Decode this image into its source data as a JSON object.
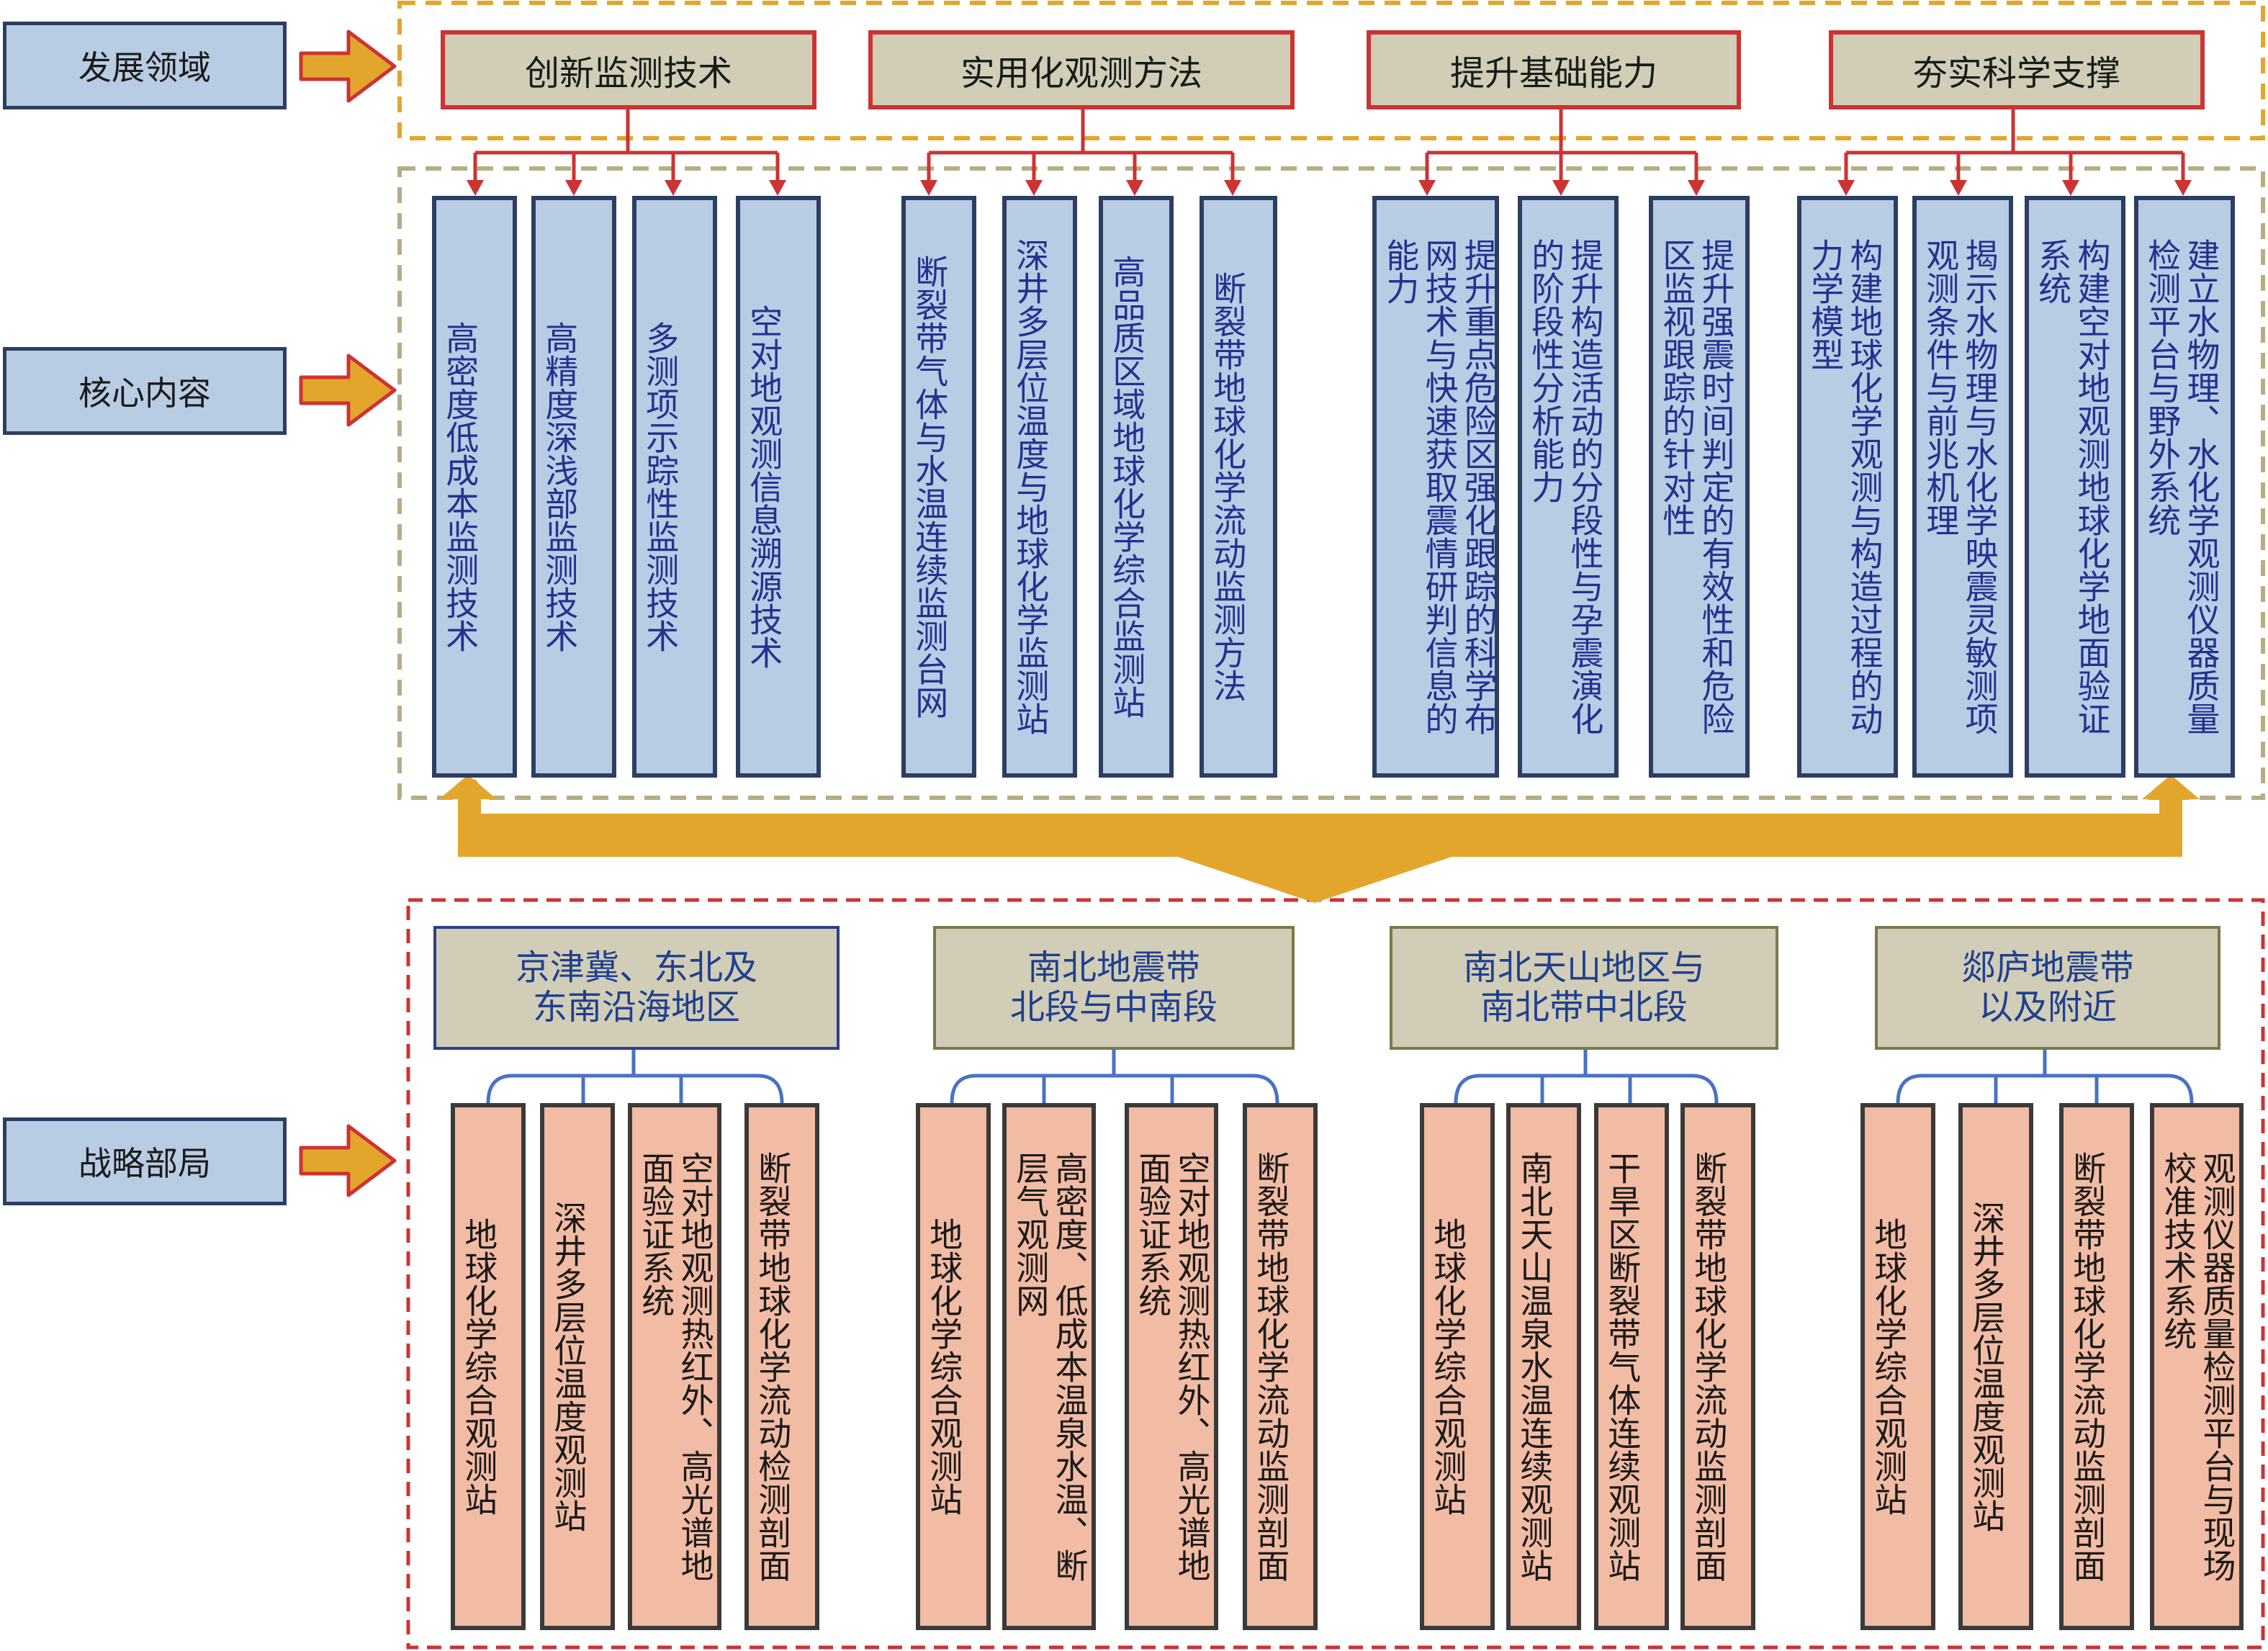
{
  "colors": {
    "label_fill": "#b8cce4",
    "header_fill": "#d1cdb6",
    "deploy_fill": "#f2bba3",
    "arrow_orange": "#e3a62d",
    "connector_red": "#cc3333",
    "connector_blue": "#4a72c4",
    "outline_gold": "#e3a62d",
    "outline_tan": "#b5ae85",
    "outline_red": "#cc3333"
  },
  "labels": {
    "development": "发展领域",
    "core": "核心内容",
    "strategy": "战略部局"
  },
  "domains": [
    "创新监测技术",
    "实用化观测方法",
    "提升基础能力",
    "夯实科学支撑"
  ],
  "core_items": [
    "高密度低成本监测技术",
    "高精度深浅部监测技术",
    "多测项示踪性监测技术",
    "空对地观测信息溯源技术",
    "断裂带气体与水温连续监测台网",
    "深井多层位温度与地球化学监测站",
    "高品质区域地球化学综合监测站",
    "断裂带地球化学流动监测方法",
    "能力\n网技术与快速获取震情研判信息的\n提升重点危险区强化跟踪的科学布",
    "的阶段性分析能力\n提升构造活动的分段性与孕震演化",
    "区监视跟踪的针对性\n提升强震时间判定的有效性和危险",
    "力学模型\n构建地球化学观测与构造过程的动",
    "观测条件与前兆机理\n揭示水物理与水化学映震灵敏测项",
    "系统\n构建空对地观测地球化学地面验证",
    "检测平台与野外系统\n建立水物理、水化学观测仪器质量"
  ],
  "regions": [
    "京津冀、东北及\n东南沿海地区",
    "南北地震带\n北段与中南段",
    "南北天山地区与\n南北带中北段",
    "郯庐地震带\n以及附近"
  ],
  "deploy_items": [
    "地球化学综合观测站",
    "深井多层位温度观测站",
    "面验证系统\n空对地观测热红外、高光谱地",
    "断裂带地球化学流动检测剖面",
    "地球化学综合观测站",
    "层气观测网\n高密度、低成本温泉水温、断",
    "面验证系统\n空对地观测热红外、高光谱地",
    "断裂带地球化学流动监测剖面",
    "地球化学综合观测站",
    "南北天山温泉水温连续观测站",
    "干旱区断裂带气体连续观测站",
    "断裂带地球化学流动监测剖面",
    "地球化学综合观测站",
    "深井多层位温度观测站",
    "断裂带地球化学流动监测剖面",
    "校准技术系统\n观测仪器质量检测平台与现场"
  ]
}
